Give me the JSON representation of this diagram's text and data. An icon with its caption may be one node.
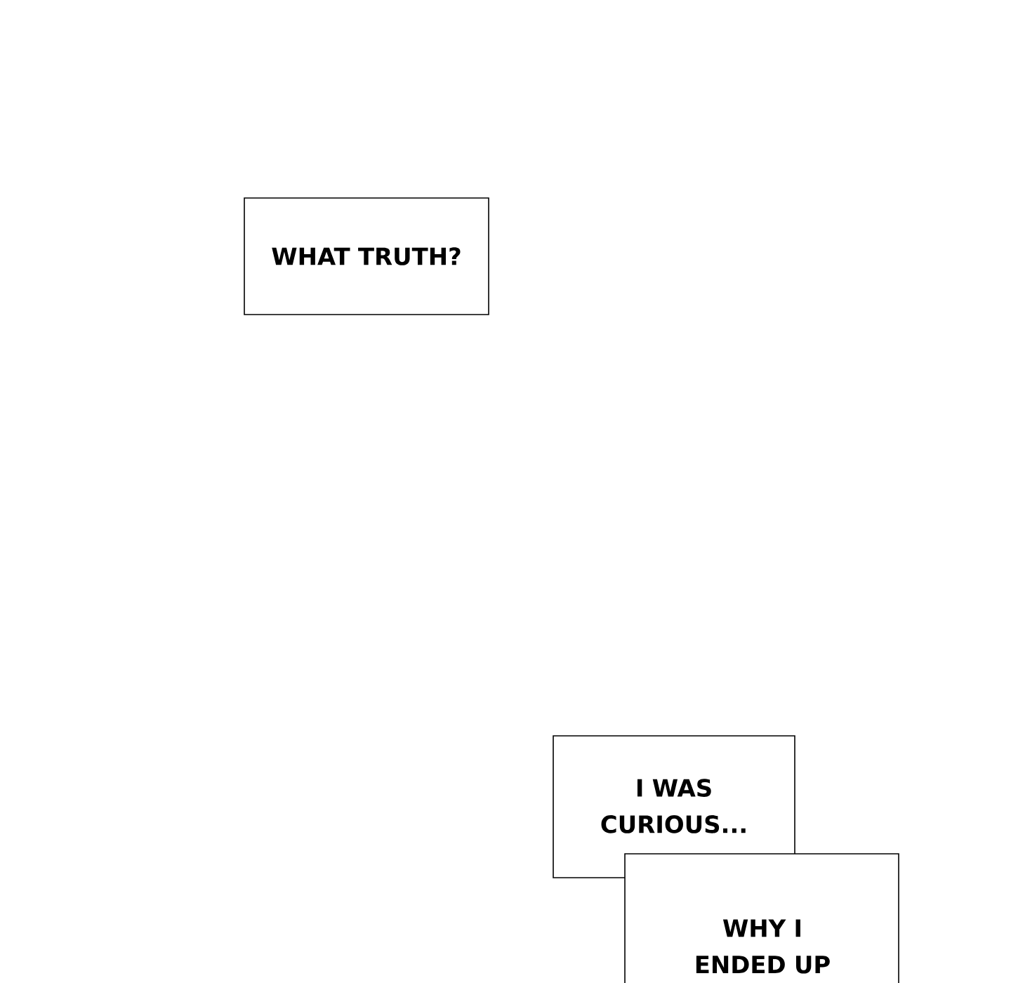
{
  "diagram": {
    "nodes": [
      {
        "text": [
          "WHAT TRUTH?"
        ]
      },
      {
        "text": [
          "I WAS CURIOUS..."
        ]
      },
      {
        "text": [
          "WHY I ENDED UP"
        ]
      }
    ]
  }
}
